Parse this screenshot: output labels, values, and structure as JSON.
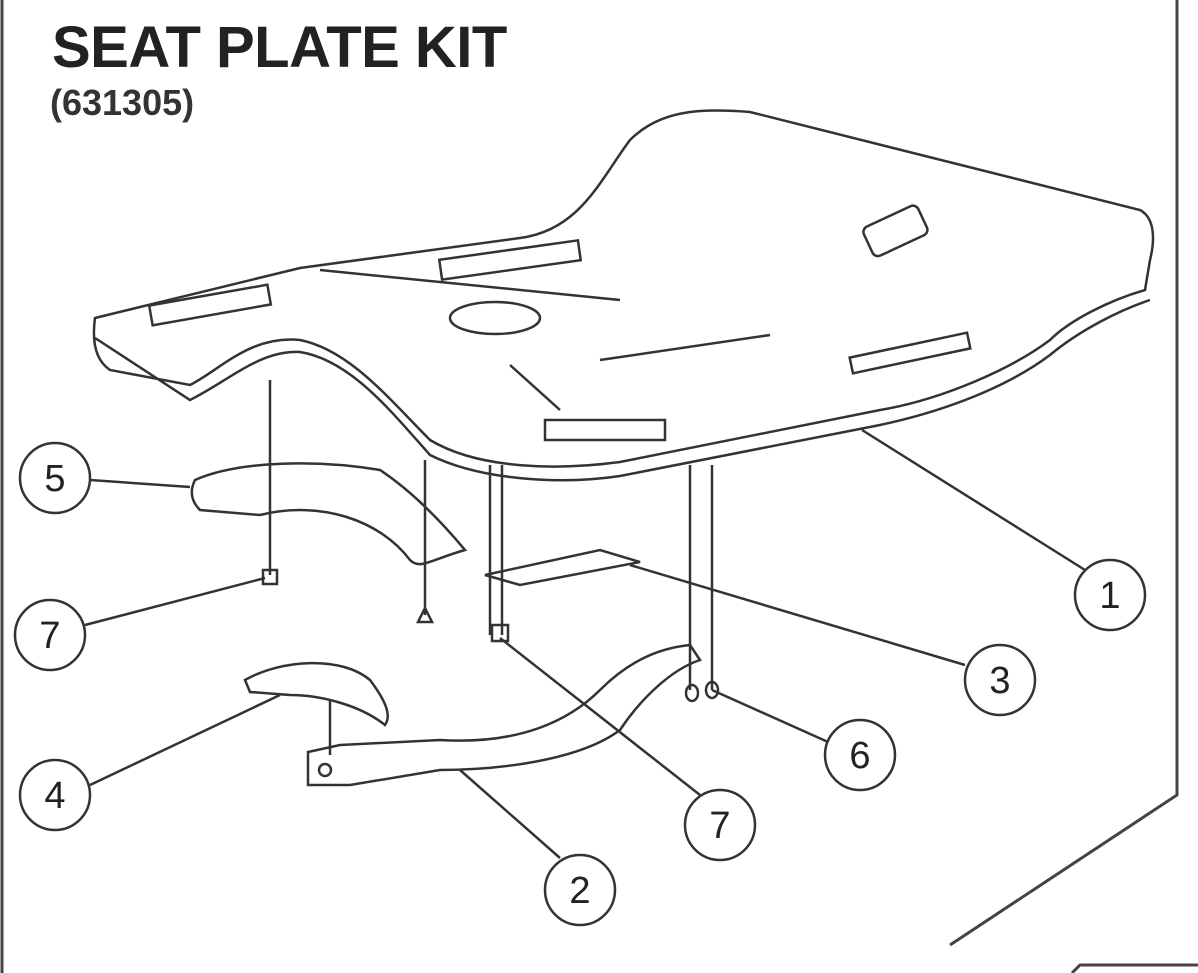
{
  "title": "SEAT PLATE KIT",
  "part_number": "(631305)",
  "callouts": [
    "1",
    "2",
    "3",
    "4",
    "5",
    "6",
    "7",
    "7"
  ],
  "line_color": "#333333"
}
